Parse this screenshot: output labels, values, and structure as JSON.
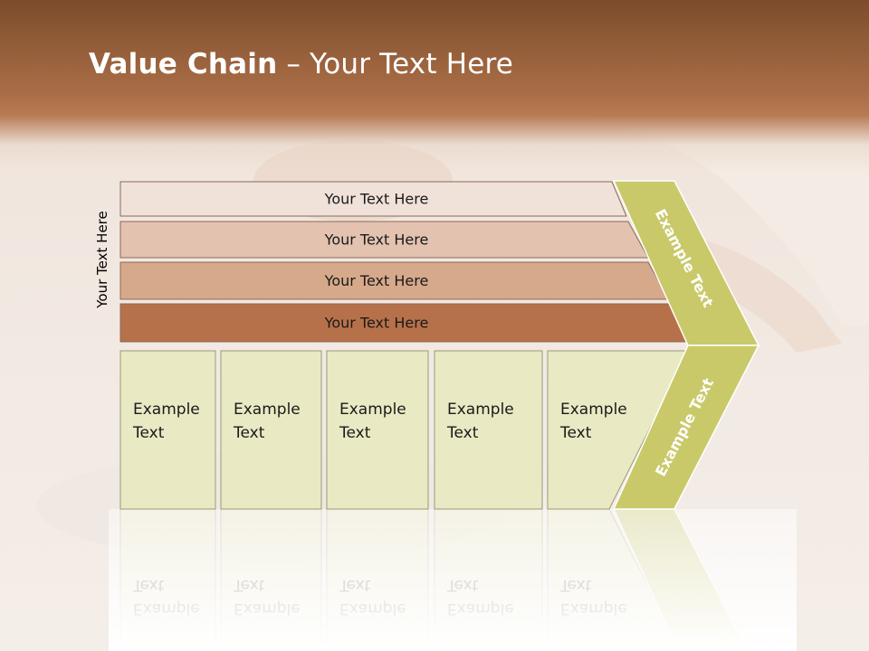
{
  "slide": {
    "title_bold": "Value Chain",
    "title_rest": " – Your Text Here",
    "side_label": "Your Text Here"
  },
  "support_bars": [
    {
      "label": "Your Text Here",
      "fill": "#f1e2d9"
    },
    {
      "label": "Your Text Here",
      "fill": "#e3c3b0"
    },
    {
      "label": "Your Text Here",
      "fill": "#d6a98b"
    },
    {
      "label": "Your Text Here",
      "fill": "#b7714a"
    }
  ],
  "primary_boxes": [
    {
      "line1": "Example",
      "line2": "Text"
    },
    {
      "line1": "Example",
      "line2": "Text"
    },
    {
      "line1": "Example",
      "line2": "Text"
    },
    {
      "line1": "Example",
      "line2": "Text"
    },
    {
      "line1": "Example",
      "line2": "Text"
    }
  ],
  "chevron": {
    "upper_label": "Example Text",
    "lower_label": "Example Text",
    "fill": "#c9c96a"
  },
  "colors": {
    "header_brown": "#ad7048",
    "box_fill": "#e9e9c4",
    "box_stroke": "#9a9a7a",
    "bar_stroke": "#8a6a58"
  }
}
